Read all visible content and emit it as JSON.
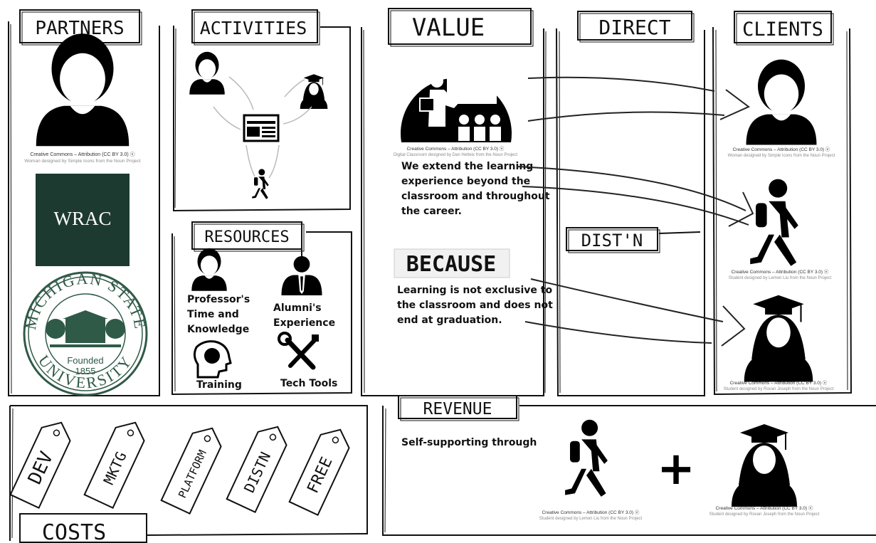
{
  "sections": {
    "partners": "PARTNERS",
    "activities": "ACTIVITIES",
    "value": "VALUE",
    "direct": "DIRECT",
    "clients": "CLIENTS",
    "resources": "RESOURCES",
    "distn": "DIST'N",
    "revenue": "REVENUE",
    "costs": "COSTS"
  },
  "partners": {
    "wrac": "WRAC",
    "msu_top": "MICHIGAN STATE",
    "msu_bottom": "UNIVERSITY",
    "msu_founded": "Founded",
    "msu_year": "1855",
    "credit1": "Creative Commons – Attribution (CC BY 3.0) ⓔ",
    "credit2": "Woman designed by Simple Icons from the Noun Project"
  },
  "value": {
    "credit1": "Creative Commons – Attribution (CC BY 3.0) ⓔ",
    "credit2": "Digital Classroom designed by Dan Hetteix from the Noun Project",
    "statement": [
      "We extend the learning",
      "experience beyond the",
      "classroom and throughout",
      "the career."
    ],
    "because": "BECAUSE",
    "reason": [
      "Learning is not exclusive to",
      "the classroom and does not",
      "end at graduation."
    ]
  },
  "resources": {
    "professor": [
      "Professor's",
      "Time and",
      "Knowledge"
    ],
    "alumni": [
      "Alumni's",
      "Experience"
    ],
    "training": "Training",
    "tech_tools": "Tech Tools"
  },
  "clients": {
    "credit_woman1": "Creative Commons – Attribution (CC BY 3.0) ⓔ",
    "credit_woman2": "Woman designed by Simple Icons from the Noun Project",
    "credit_student1": "Creative Commons – Attribution (CC BY 3.0) ⓔ",
    "credit_student2": "Student designed by Lemon Liu from the Noun Project",
    "credit_grad1": "Creative Commons – Attribution (CC BY 3.0) ⓔ",
    "credit_grad2": "Student designed by Rovan Joseph from the Noun Project"
  },
  "costs": {
    "tags": [
      "DEV",
      "MKTG",
      "PLATFORM",
      "DISTN",
      "FREE"
    ]
  },
  "revenue": {
    "text": "Self-supporting through",
    "plus": "+",
    "credit_student1": "Creative Commons – Attribution (CC BY 3.0) ⓔ",
    "credit_student2": "Student designed by Lemon Liu from the Noun Project",
    "credit_grad1": "Creative Commons – Attribution (CC BY 3.0) ⓔ",
    "credit_grad2": "Student designed by Rovan Joseph from the Noun Project"
  },
  "colors": {
    "ink": "#111111",
    "wrac_green": "#1d3a30",
    "msu_green": "#2f5a48",
    "credit_gray": "#8a8a8a"
  }
}
